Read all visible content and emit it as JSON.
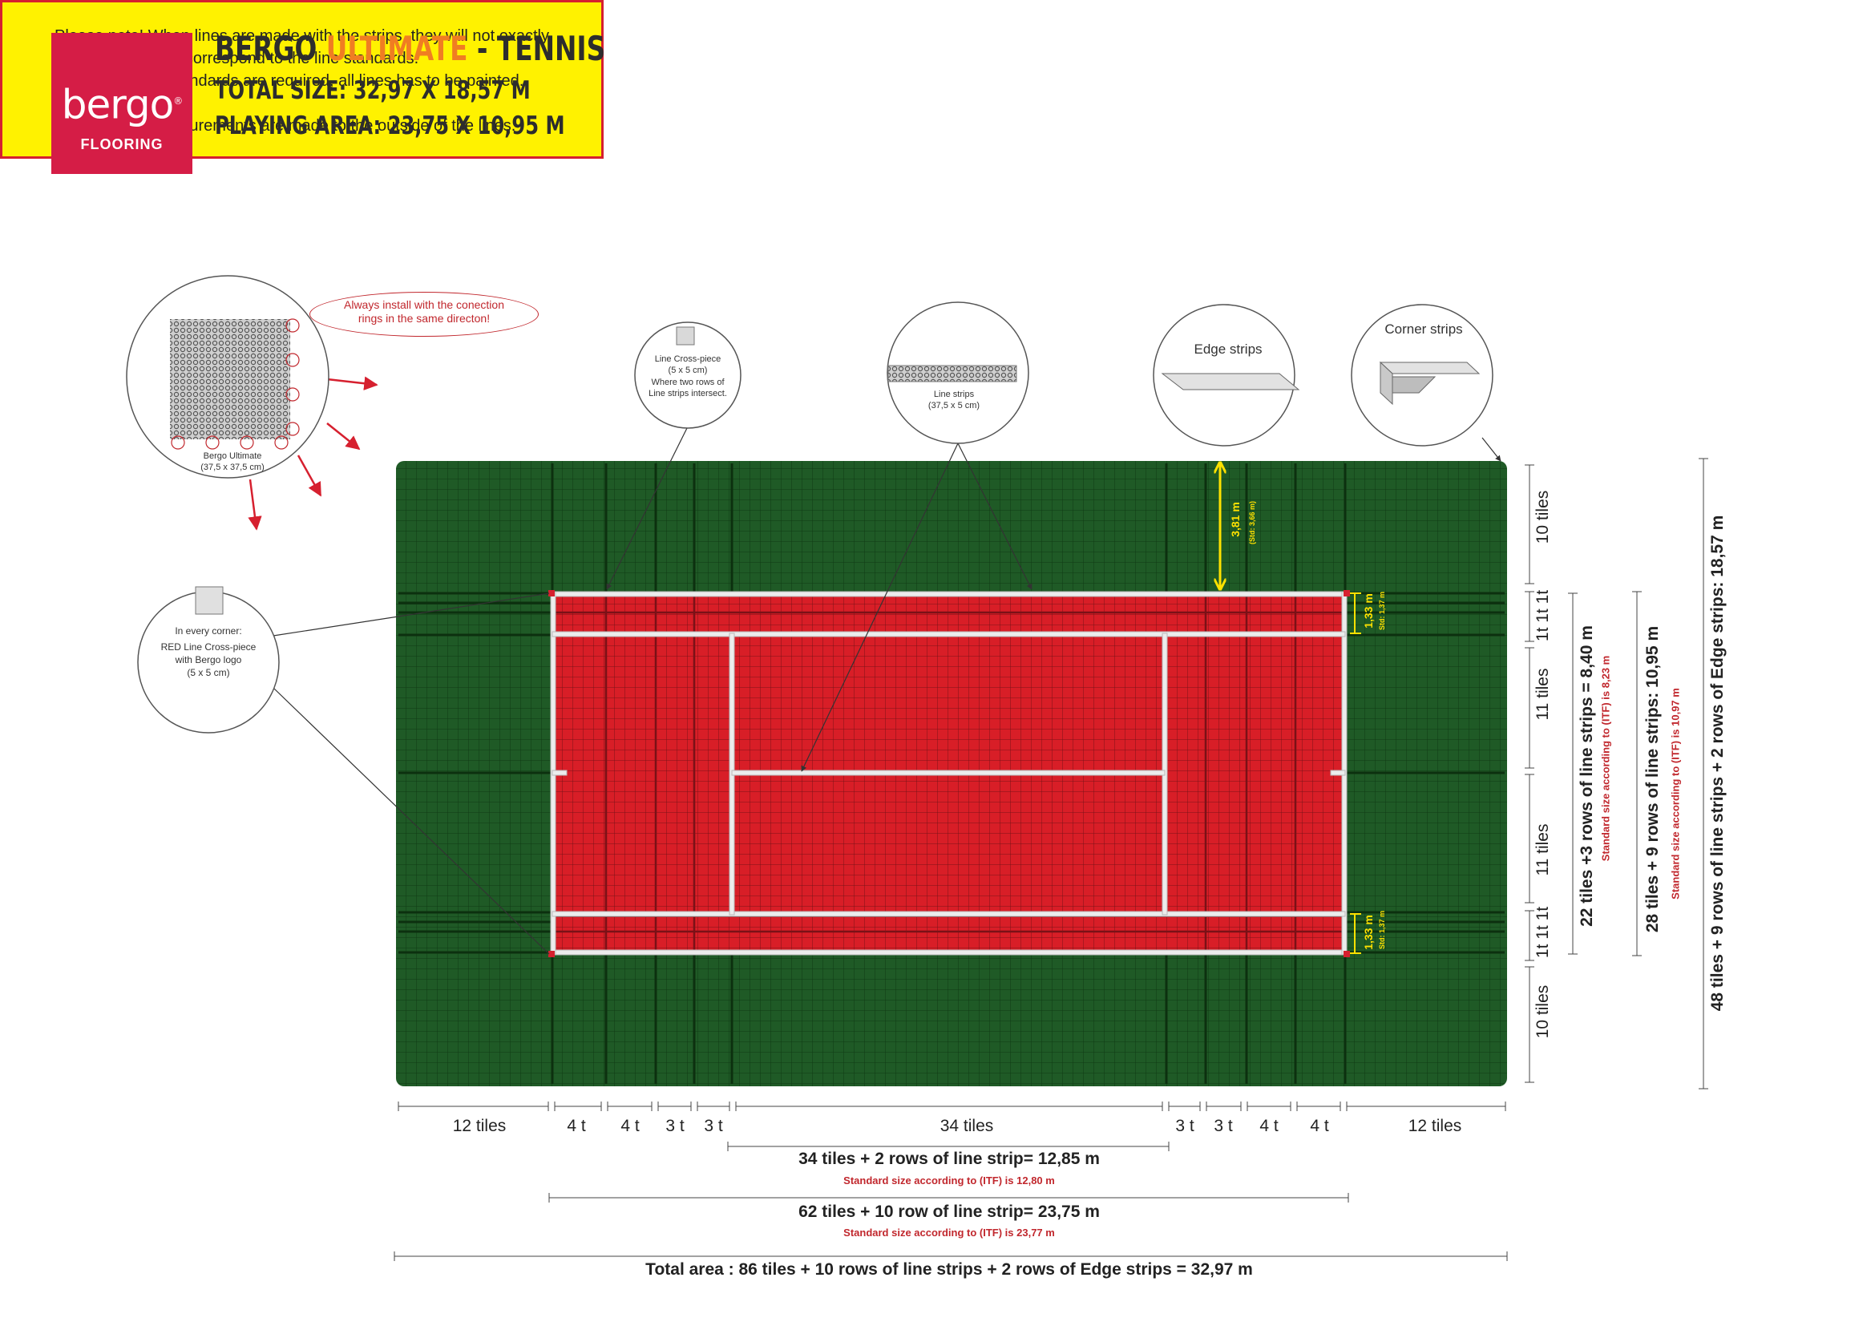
{
  "logo": {
    "word": "bergo",
    "mark": "®",
    "sub": "FLOORING"
  },
  "header": {
    "brand": "BERGO ",
    "product": "ULTIMATE",
    "sport": " - TENNIS",
    "total_size": "TOTAL SIZE: 32,97 X 18,57 M",
    "playing_area": "PLAYING AREA: 23,75 X 10,95 M"
  },
  "note": {
    "lines": [
      "Please note! When lines are made with the strips, they will not exactly",
      "correspond to the line standards.",
      "If 100% line standards are required, all lines has to be painted.",
      "",
      "All court measurements are made to the outside of the lines."
    ]
  },
  "callouts": {
    "install_note_l1": "Always install with the conection",
    "install_note_l2": "rings in the same directon!",
    "tile_name": "Bergo Ultimate",
    "tile_size": "(37,5 x 37,5 cm)",
    "cross_name": "Line Cross-piece",
    "cross_size": "(5 x 5 cm)",
    "cross_desc_l1": "Where two rows of",
    "cross_desc_l2": "Line strips intersect.",
    "strips_name": "Line strips",
    "strips_size": "(37,5 x 5 cm)",
    "edge_name": "Edge strips",
    "corner_name": "Corner strips",
    "red_l1": "In every corner:",
    "red_l2": "RED Line Cross-piece",
    "red_l3": "with Bergo logo",
    "red_l4": "(5 x 5 cm)"
  },
  "dims_on_court": {
    "runback": "3,81 m",
    "runback_std": "(Std: 3,66 m)",
    "alley_top": "1,33 m",
    "alley_top_std": "Std: 1,37 m",
    "alley_bottom": "1,33 m",
    "alley_bottom_std": "Std: 1,37 m"
  },
  "bottom": {
    "segments": [
      "12 tiles",
      "4 t",
      "4 t",
      "3 t",
      "3 t",
      "34 tiles",
      "3 t",
      "3 t",
      "4 t",
      "4 t",
      "12 tiles"
    ],
    "sum1": "34 tiles + 2 rows of line strip= 12,85 m",
    "std1": "Standard size according to (ITF) is 12,80 m",
    "sum2": "62 tiles + 10 row of line strip= 23,75 m",
    "std2": "Standard size according to (ITF) is 23,77 m",
    "total": "Total area : 86 tiles + 10 rows of line strips + 2 rows of Edge strips = 32,97 m"
  },
  "side": {
    "segments": [
      "10 tiles",
      "1t 1t 1t",
      "11 tiles",
      "11 tiles",
      "1t 1t 1t",
      "10 tiles"
    ],
    "sum1": "22 tiles +3 rows of line strips = 8,40 m",
    "std1": "Standard size according to (ITF) is 8,23 m",
    "sum2": "28 tiles + 9 rows of line strips: 10,95 m",
    "std2": "Standard size according to (ITF) is 10,97 m",
    "total": "48 tiles + 9 rows of line strips + 2 rows of Edge strips: 18,57 m"
  },
  "colors": {
    "surround": "#1f5a26",
    "court": "#d81e27",
    "lines": "#ececec",
    "accent": "#f07d22",
    "brand": "#d51d46",
    "note_bg": "#fff200",
    "note_border": "#d6202f",
    "dimension": "#ffe100",
    "arrow": "#d6202f"
  }
}
